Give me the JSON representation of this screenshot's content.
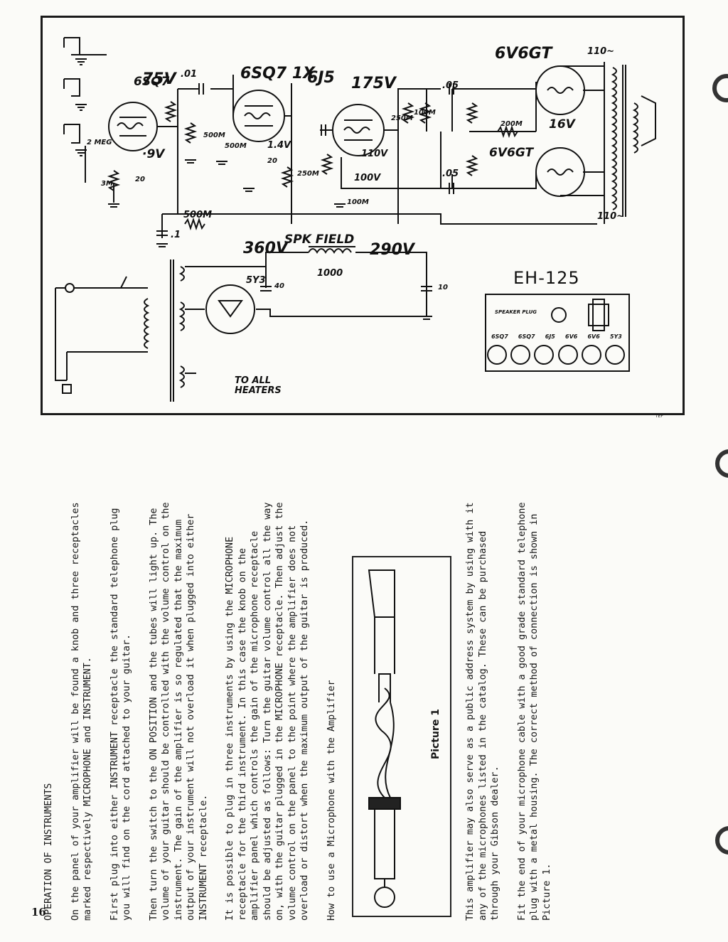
{
  "schematic": {
    "model": "EH-125",
    "labels": {
      "tube_6sq7_a": "6SQ7",
      "tube_6sq7_b": "6SQ7 1X",
      "tube_6j5": "6J5",
      "tube_6v6gt_top": "6V6GT",
      "tube_6v6gt_bottom": "6V6GT",
      "tube_5y3": "5Y3",
      "v75": "75V",
      "v9": "·9V",
      "v175": "175V",
      "v110": "110V",
      "v100": "100V",
      "v16": "16V",
      "v14": "1.4V",
      "v360": "360V",
      "v290": "290V",
      "spk_field": "SPK FIELD",
      "field_res": "1000",
      "to_all_heaters": "TO ALL HEATERS",
      "r2meg": "2 MEG",
      "r500m": "500M",
      "r200m": "200M",
      "r100m": "100M",
      "r250m": "250M",
      "r3m": "3M",
      "r500k": "500M",
      "c01": ".01",
      "c05a": ".05",
      "c05b": ".05",
      "c1": ".1",
      "c20a": "20",
      "c20b": "20",
      "c40": "40",
      "c10": "10",
      "ac110": "110~",
      "ac110b": "110~",
      "speaker_plug": "SPEAKER PLUG"
    },
    "tube_layout": [
      "6SQ7",
      "6SQ7",
      "6J5",
      "6V6",
      "6V6",
      "5Y3"
    ]
  },
  "text": {
    "heading": "OPERATION OF INSTRUMENTS",
    "p1": "On the panel of your amplifier will be found a knob and three receptacles marked respectively MICROPHONE and INSTRUMENT.",
    "p2": "First plug into either INSTRUMENT receptacle the standard telephone plug you will find on the cord attached to your guitar.",
    "p3": "Then turn the switch to the ON POSITION and the tubes will light up.  The volume of your guitar should be controlled with the volume control on the instrument.  The gain of the amplifier is so regulated that the maximum output of your instrument will not overload it when plugged into either INSTRUMENT receptacle.",
    "p4": "It is possible to plug in three instruments by using the MICROPHONE receptacle for the third instrument.  In this case the knob on the amplifier panel which controls the gain of the microphone receptacle should be adjusted as follows:  Turn the guitar volume control all the way on, with the guitar plugged in the MICROPHONE receptacle. Then adjust the volume control on the panel to the point where the amplifier does not overload or distort when the maximum output of the guitar is produced.",
    "howto": "How to use a Microphone with the Amplifier",
    "picture_label": "Picture 1",
    "p5": "This amplifier may also serve as a public address system by using with it any of the microphones listed in the catalog.  These can be purchased through your Gibson dealer.",
    "p6": "Fit the end of your microphone cable with a good grade standard telephone plug with a metal housing.  The correct method of connection is shown in Picture 1."
  },
  "page_number": "16",
  "corner_mark": "TEF"
}
